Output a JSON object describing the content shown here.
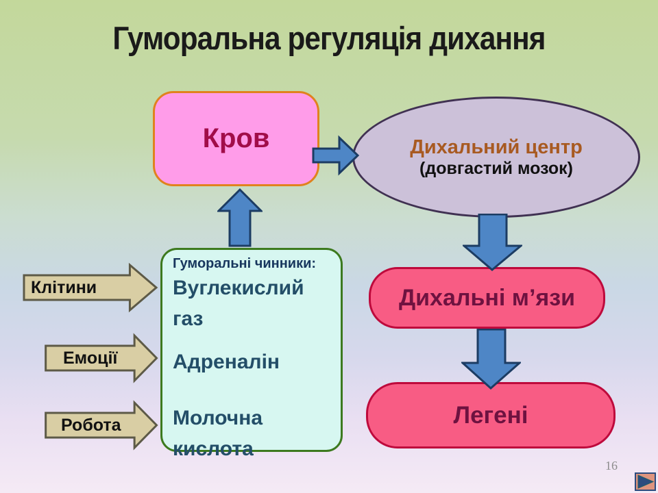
{
  "slide": {
    "title": "Гуморальна регуляція дихання",
    "page_number": "16"
  },
  "diagram": {
    "blood": {
      "label": "Кров"
    },
    "respiratory_center": {
      "title": "Дихальний центр",
      "subtitle": "(довгастий мозок)"
    },
    "respiratory_muscles": {
      "label": "Дихальні м’язи"
    },
    "lungs": {
      "label": "Легені"
    },
    "humoral_factors": {
      "heading": "Гуморальні чинники:",
      "items": [
        "Вуглекислий газ",
        "Адреналін",
        "Молочна кислота"
      ]
    },
    "stimuli": [
      "Клітини",
      "Емоції",
      "Робота"
    ]
  },
  "colors": {
    "bg_top": "#C3D89B",
    "bg_mid_blue": "#CAD8E5",
    "bg_bottom": "#F5EAF5",
    "title_text": "#1A1A1A",
    "blood_fill": "#FF9CE9",
    "blood_border": "#E0821E",
    "blood_text": "#A10D49",
    "center_fill": "#CCC1D9",
    "center_border": "#403152",
    "center_title_text": "#A85A21",
    "center_subtitle_text": "#111111",
    "organ_fill": "#F85C84",
    "organ_border": "#BE0A3C",
    "organ_text": "#6E1240",
    "factors_fill": "#D7F7F1",
    "factors_border": "#3D7A1F",
    "factors_heading_text": "#17365D",
    "factors_item_text": "#234E68",
    "stimulus_fill": "#D9CEA4",
    "stimulus_border": "#5D5A47",
    "stimulus_text": "#111111",
    "flow_arrow_fill": "#4E86C6",
    "flow_arrow_border": "#1C3C63",
    "page_number_text": "#8C8C8C",
    "nav_button_fill": "#DE947E",
    "nav_button_triangle": "#2B4B7E"
  }
}
